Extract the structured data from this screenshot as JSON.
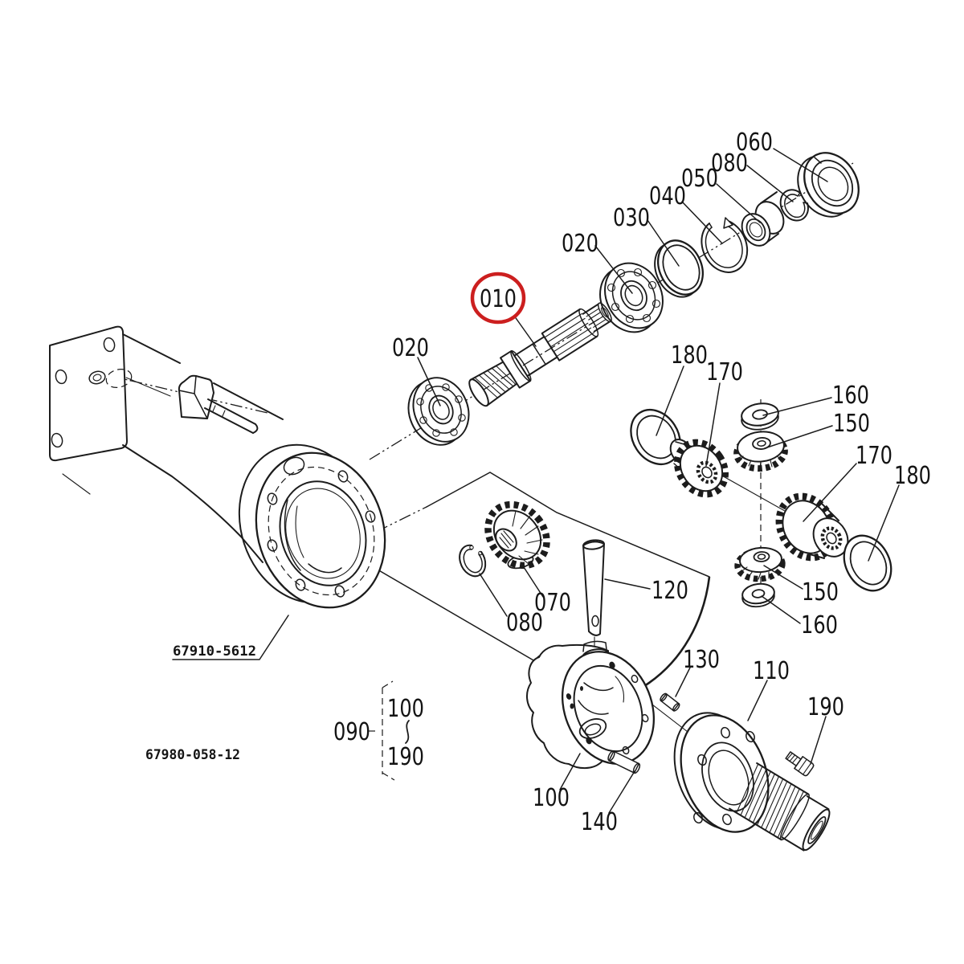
{
  "diagram": {
    "kind": "exploded-parts-diagram",
    "highlight_color": "#cc1f1f",
    "line_color": "#1c1c1c",
    "background": "#ffffff"
  },
  "callouts": {
    "c010": "010",
    "c020_left": "020",
    "c020_right": "020",
    "c030": "030",
    "c040": "040",
    "c050": "050",
    "c060": "060",
    "c070": "070",
    "c080_top": "080",
    "c080_bottom": "080",
    "c090": "090",
    "c100": "100",
    "c110": "110",
    "c120": "120",
    "c130": "130",
    "c140": "140",
    "c150_top": "150",
    "c150_bottom": "150",
    "c160_top": "160",
    "c160_bottom": "160",
    "c170_left": "170",
    "c170_right": "170",
    "c180_left": "180",
    "c180_right": "180",
    "c190": "190",
    "bracket_from": "100",
    "bracket_to": "190"
  },
  "reference_codes": {
    "housing_ref": "67910-5612",
    "diagram_ref": "67980-058-12"
  },
  "highlighted_callout": "010"
}
